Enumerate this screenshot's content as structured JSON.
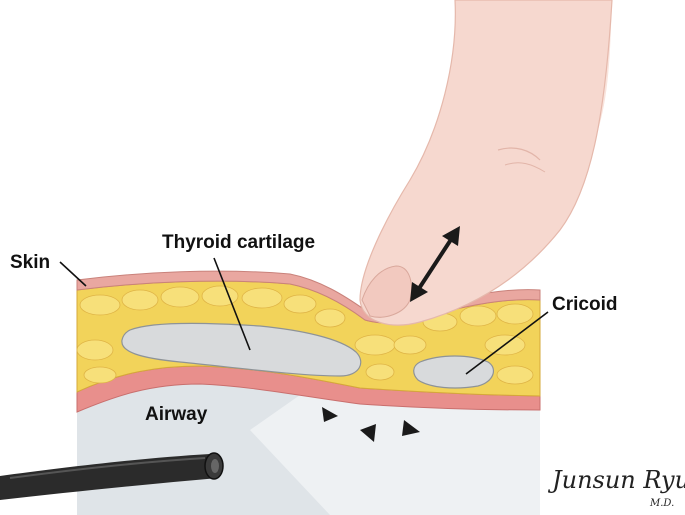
{
  "labels": {
    "skin": "Skin",
    "thyroid_cartilage": "Thyroid cartilage",
    "cricoid": "Cricoid",
    "airway": "Airway"
  },
  "signature": {
    "name": "Junsun Ryu",
    "suffix": "M.D."
  },
  "colors": {
    "skin_layer": "#e9a7a0",
    "fat_layer": "#f2d35a",
    "fat_lobule": "#f7e07a",
    "cartilage": "#d8dadc",
    "mucosa": "#e88f8c",
    "airway": "#dfe4e8",
    "finger": "#f6d8cf",
    "endoscope": "#2b2b2b"
  },
  "icons": [
    "double-arrow-icon",
    "arrowhead-icon",
    "endoscope-icon",
    "finger-icon"
  ]
}
